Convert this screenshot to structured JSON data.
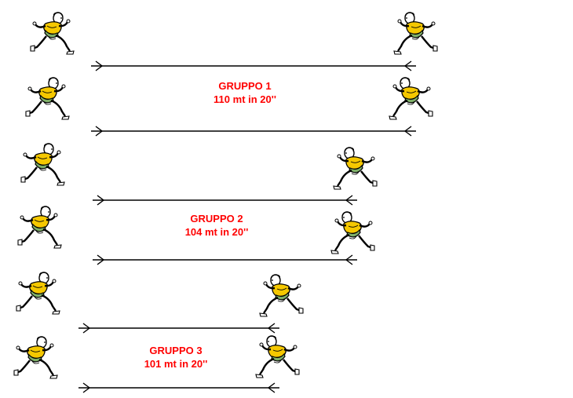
{
  "colors": {
    "label": "#ff0000",
    "line": "#000000",
    "jersey": "#f5c800",
    "shorts": "#7fb069",
    "outline": "#000000"
  },
  "icons": {
    "runner": "runner-icon",
    "arrow": "arrow-icon"
  },
  "groups": [
    {
      "title": "GRUPPO 1",
      "distance": "110 mt in 20''"
    },
    {
      "title": "GRUPPO 2",
      "distance": "104 mt in 20''"
    },
    {
      "title": "GRUPPO 3",
      "distance": "101 mt in 20''"
    }
  ]
}
